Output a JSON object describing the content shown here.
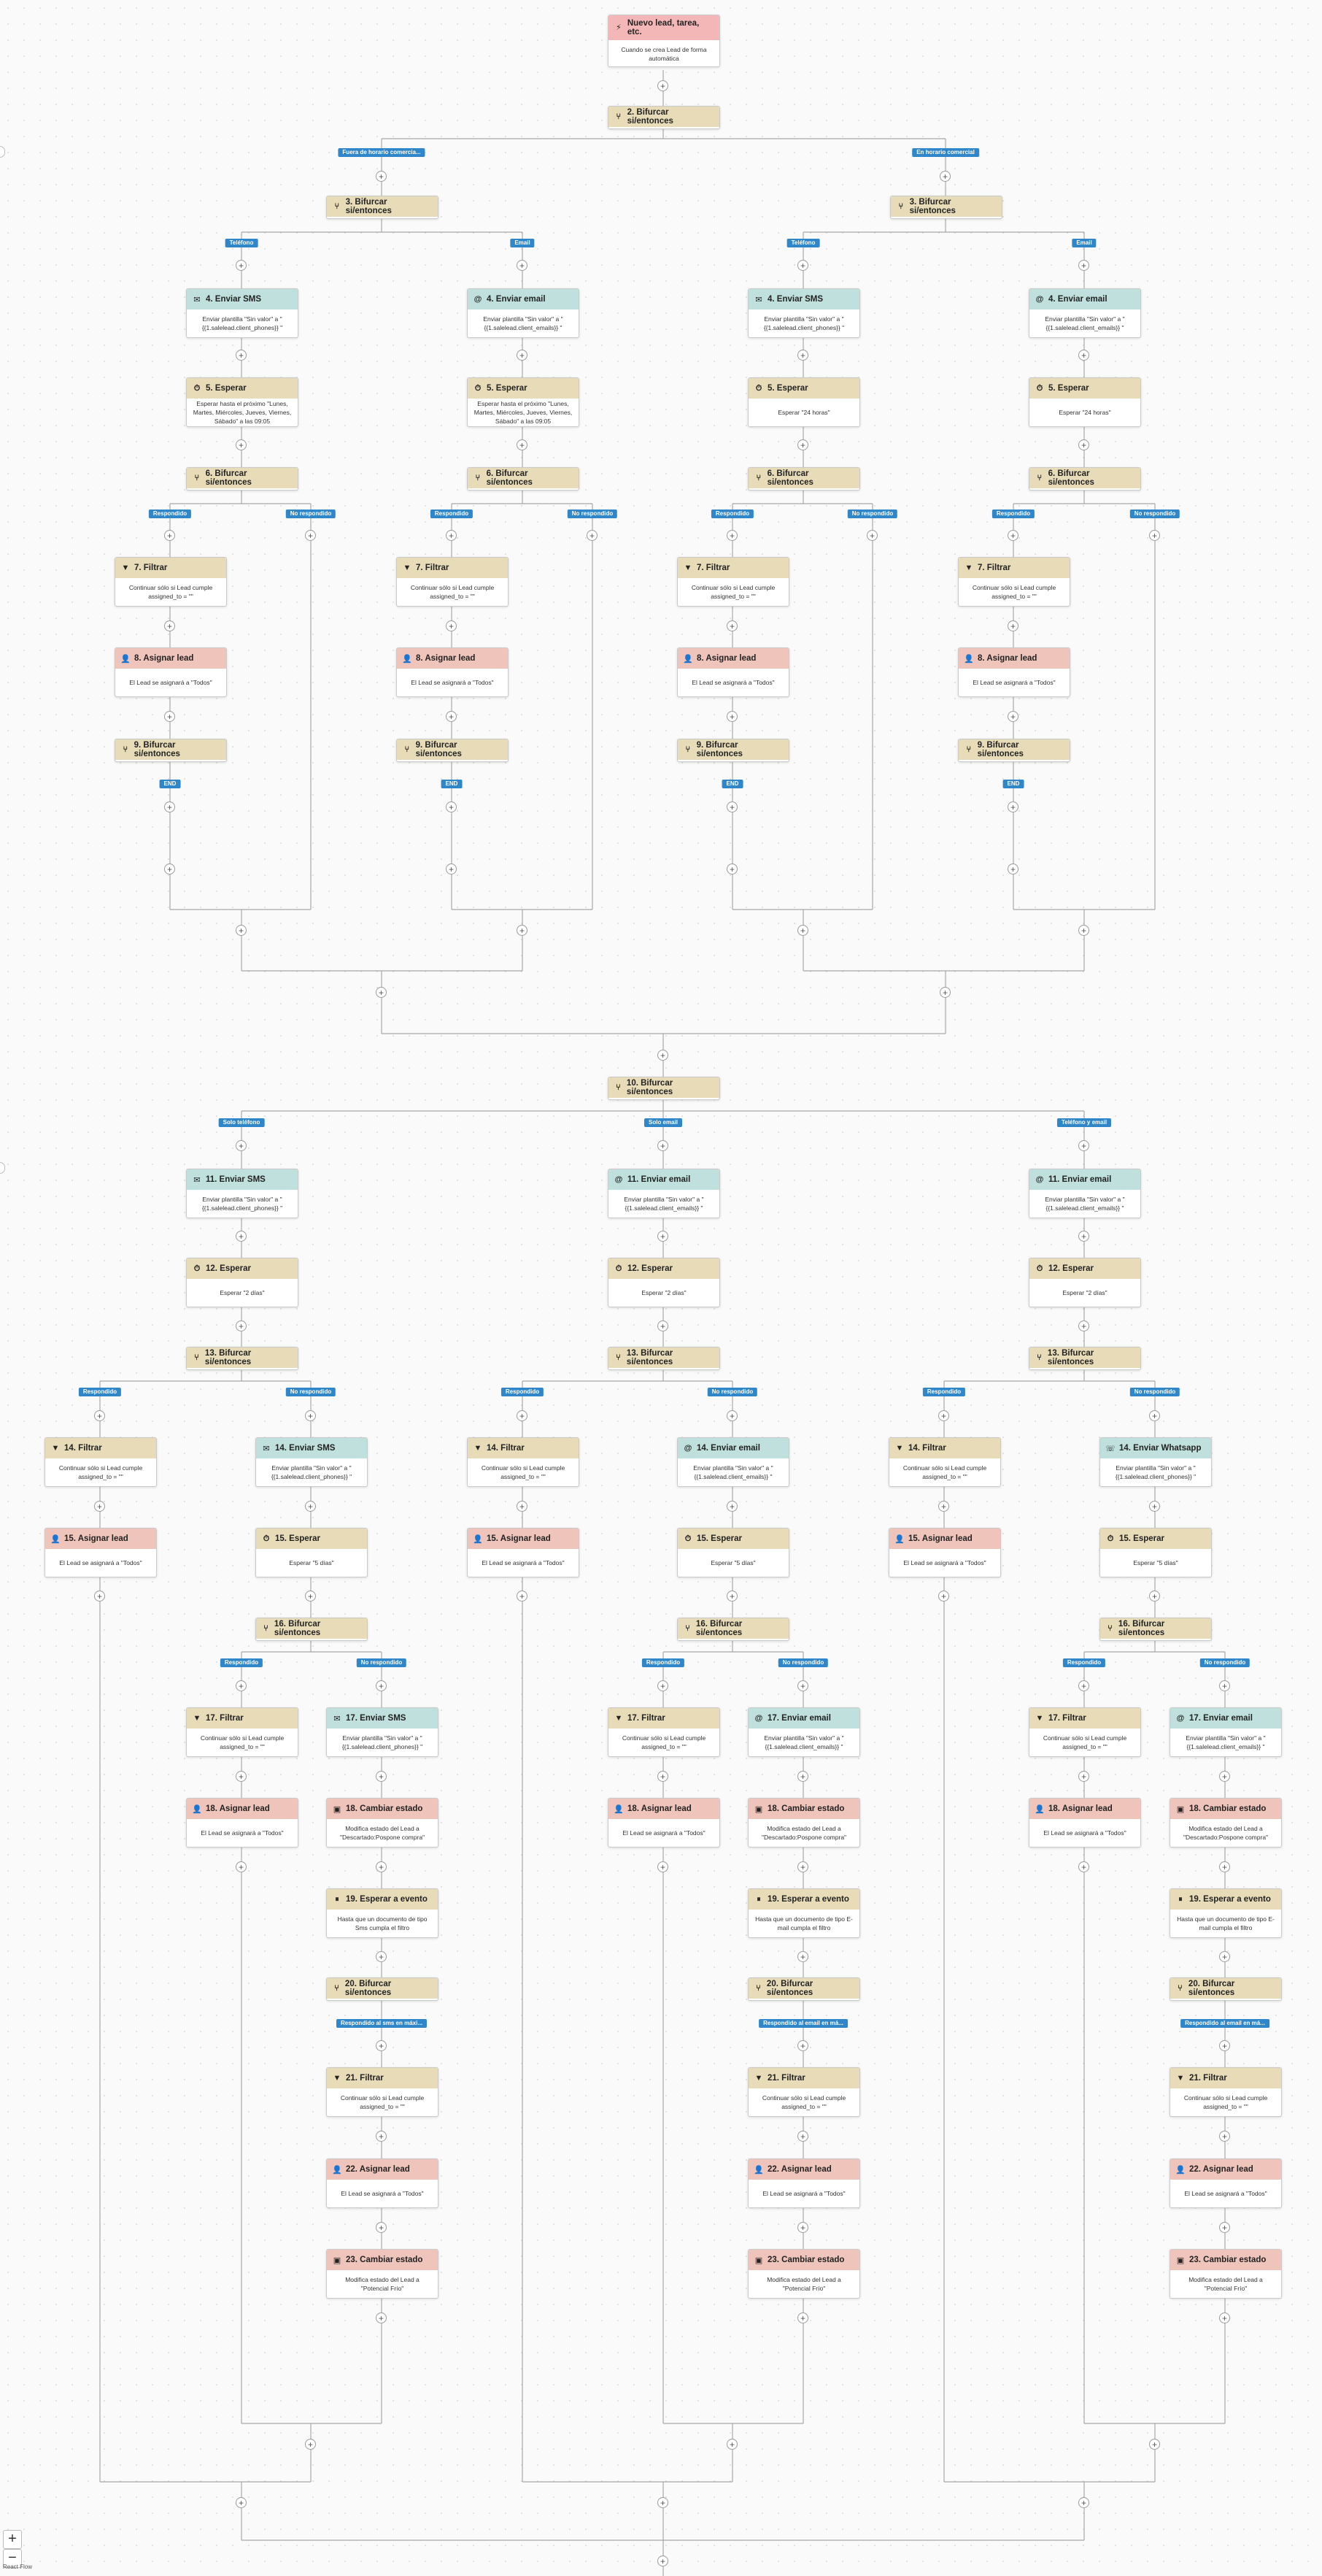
{
  "nodes": [
    {
      "id": "trigger",
      "type": "trigger",
      "title": "Nuevo lead, tarea, etc.",
      "text": "Cuando se crea Lead de forma automática",
      "icon": "trigger-icon"
    },
    {
      "id": "n2",
      "type": "branch",
      "title": "2. Bifurcar si/entonces"
    },
    {
      "id": "n3a",
      "type": "branch",
      "title": "3. Bifurcar si/entonces"
    },
    {
      "id": "n3b",
      "type": "branch",
      "title": "3. Bifurcar si/entonces"
    },
    {
      "id": "n4a",
      "type": "sms",
      "title": "4. Enviar SMS",
      "text": "Enviar plantilla \"Sin valor\" a \"{{1.salelead.client_phones}} \""
    },
    {
      "id": "n4b",
      "type": "email",
      "title": "4. Enviar email",
      "text": "Enviar plantilla \"Sin valor\" a \"{{1.salelead.client_emails}} \""
    },
    {
      "id": "n4c",
      "type": "sms",
      "title": "4. Enviar SMS",
      "text": "Enviar plantilla \"Sin valor\" a \"{{1.salelead.client_phones}} \""
    },
    {
      "id": "n4d",
      "type": "email",
      "title": "4. Enviar email",
      "text": "Enviar plantilla \"Sin valor\" a \"{{1.salelead.client_emails}} \""
    },
    {
      "id": "n5a",
      "type": "wait",
      "title": "5. Esperar",
      "text": "Esperar hasta el próximo \"Lunes, Martes, Miércoles, Jueves, Viernes, Sábado\" a las 09:05"
    },
    {
      "id": "n5b",
      "type": "wait",
      "title": "5. Esperar",
      "text": "Esperar hasta el próximo \"Lunes, Martes, Miércoles, Jueves, Viernes, Sábado\" a las 09:05"
    },
    {
      "id": "n5c",
      "type": "wait",
      "title": "5. Esperar",
      "text": "Esperar \"24 horas\""
    },
    {
      "id": "n5d",
      "type": "wait",
      "title": "5. Esperar",
      "text": "Esperar \"24 horas\""
    },
    {
      "id": "n6a",
      "type": "branch",
      "title": "6. Bifurcar si/entonces"
    },
    {
      "id": "n6b",
      "type": "branch",
      "title": "6. Bifurcar si/entonces"
    },
    {
      "id": "n6c",
      "type": "branch",
      "title": "6. Bifurcar si/entonces"
    },
    {
      "id": "n6d",
      "type": "branch",
      "title": "6. Bifurcar si/entonces"
    },
    {
      "id": "n7a",
      "type": "filter",
      "title": "7. Filtrar",
      "text": "Continuar sólo si Lead cumple assigned_to = \"\""
    },
    {
      "id": "n7b",
      "type": "filter",
      "title": "7. Filtrar",
      "text": "Continuar sólo si Lead cumple assigned_to = \"\""
    },
    {
      "id": "n7c",
      "type": "filter",
      "title": "7. Filtrar",
      "text": "Continuar sólo si Lead cumple assigned_to = \"\""
    },
    {
      "id": "n7d",
      "type": "filter",
      "title": "7. Filtrar",
      "text": "Continuar sólo si Lead cumple assigned_to = \"\""
    },
    {
      "id": "n8a",
      "type": "assign",
      "title": "8. Asignar lead",
      "text": "El Lead se asignará a \"Todos\""
    },
    {
      "id": "n8b",
      "type": "assign",
      "title": "8. Asignar lead",
      "text": "El Lead se asignará a \"Todos\""
    },
    {
      "id": "n8c",
      "type": "assign",
      "title": "8. Asignar lead",
      "text": "El Lead se asignará a \"Todos\""
    },
    {
      "id": "n8d",
      "type": "assign",
      "title": "8. Asignar lead",
      "text": "El Lead se asignará a \"Todos\""
    },
    {
      "id": "n9a",
      "type": "branch",
      "title": "9. Bifurcar si/entonces"
    },
    {
      "id": "n9b",
      "type": "branch",
      "title": "9. Bifurcar si/entonces"
    },
    {
      "id": "n9c",
      "type": "branch",
      "title": "9. Bifurcar si/entonces"
    },
    {
      "id": "n9d",
      "type": "branch",
      "title": "9. Bifurcar si/entonces"
    },
    {
      "id": "n10",
      "type": "branch",
      "title": "10. Bifurcar si/entonces"
    },
    {
      "id": "n11a",
      "type": "sms",
      "title": "11. Enviar SMS",
      "text": "Enviar plantilla \"Sin valor\" a \"{{1.salelead.client_phones}} \""
    },
    {
      "id": "n11b",
      "type": "email",
      "title": "11. Enviar email",
      "text": "Enviar plantilla \"Sin valor\" a \"{{1.salelead.client_emails}} \""
    },
    {
      "id": "n11c",
      "type": "email",
      "title": "11. Enviar email",
      "text": "Enviar plantilla \"Sin valor\" a \"{{1.salelead.client_emails}} \""
    },
    {
      "id": "n12a",
      "type": "wait",
      "title": "12. Esperar",
      "text": "Esperar \"2 días\""
    },
    {
      "id": "n12b",
      "type": "wait",
      "title": "12. Esperar",
      "text": "Esperar \"2 días\""
    },
    {
      "id": "n12c",
      "type": "wait",
      "title": "12. Esperar",
      "text": "Esperar \"2 días\""
    },
    {
      "id": "n13a",
      "type": "branch",
      "title": "13. Bifurcar si/entonces"
    },
    {
      "id": "n13b",
      "type": "branch",
      "title": "13. Bifurcar si/entonces"
    },
    {
      "id": "n13c",
      "type": "branch",
      "title": "13. Bifurcar si/entonces"
    },
    {
      "id": "n14a",
      "type": "filter",
      "title": "14. Filtrar",
      "text": "Continuar sólo si Lead cumple assigned_to = \"\""
    },
    {
      "id": "n14b",
      "type": "sms",
      "title": "14. Enviar SMS",
      "text": "Enviar plantilla \"Sin valor\" a \"{{1.salelead.client_phones}} \""
    },
    {
      "id": "n14c",
      "type": "filter",
      "title": "14. Filtrar",
      "text": "Continuar sólo si Lead cumple assigned_to = \"\""
    },
    {
      "id": "n14d",
      "type": "email",
      "title": "14. Enviar email",
      "text": "Enviar plantilla \"Sin valor\" a \"{{1.salelead.client_emails}} \""
    },
    {
      "id": "n14e",
      "type": "filter",
      "title": "14. Filtrar",
      "text": "Continuar sólo si Lead cumple assigned_to = \"\""
    },
    {
      "id": "n14f",
      "type": "whatsapp",
      "title": "14. Enviar Whatsapp",
      "text": "Enviar plantilla \"Sin valor\" a \"{{1.salelead.client_phones}} \""
    },
    {
      "id": "n15a",
      "type": "assign",
      "title": "15. Asignar lead",
      "text": "El Lead se asignará a \"Todos\""
    },
    {
      "id": "n15b",
      "type": "wait",
      "title": "15. Esperar",
      "text": "Esperar \"5 días\""
    },
    {
      "id": "n15c",
      "type": "assign",
      "title": "15. Asignar lead",
      "text": "El Lead se asignará a \"Todos\""
    },
    {
      "id": "n15d",
      "type": "wait",
      "title": "15. Esperar",
      "text": "Esperar \"5 días\""
    },
    {
      "id": "n15e",
      "type": "assign",
      "title": "15. Asignar lead",
      "text": "El Lead se asignará a \"Todos\""
    },
    {
      "id": "n15f",
      "type": "wait",
      "title": "15. Esperar",
      "text": "Esperar \"5 días\""
    },
    {
      "id": "n16a",
      "type": "branch",
      "title": "16. Bifurcar si/entonces"
    },
    {
      "id": "n16b",
      "type": "branch",
      "title": "16. Bifurcar si/entonces"
    },
    {
      "id": "n16c",
      "type": "branch",
      "title": "16. Bifurcar si/entonces"
    },
    {
      "id": "n17a",
      "type": "filter",
      "title": "17. Filtrar",
      "text": "Continuar sólo si Lead cumple assigned_to = \"\""
    },
    {
      "id": "n17b",
      "type": "sms",
      "title": "17. Enviar SMS",
      "text": "Enviar plantilla \"Sin valor\" a \"{{1.salelead.client_phones}} \""
    },
    {
      "id": "n17c",
      "type": "filter",
      "title": "17. Filtrar",
      "text": "Continuar sólo si Lead cumple assigned_to = \"\""
    },
    {
      "id": "n17d",
      "type": "email",
      "title": "17. Enviar email",
      "text": "Enviar plantilla \"Sin valor\" a \"{{1.salelead.client_emails}} \""
    },
    {
      "id": "n17e",
      "type": "filter",
      "title": "17. Filtrar",
      "text": "Continuar sólo si Lead cumple assigned_to = \"\""
    },
    {
      "id": "n17f",
      "type": "email",
      "title": "17. Enviar email",
      "text": "Enviar plantilla \"Sin valor\" a \"{{1.salelead.client_emails}} \""
    },
    {
      "id": "n18a",
      "type": "assign",
      "title": "18. Asignar lead",
      "text": "El Lead se asignará a \"Todos\""
    },
    {
      "id": "n18b",
      "type": "status",
      "title": "18. Cambiar estado",
      "text": "Modifica estado del Lead a \"Descartado:Pospone compra\""
    },
    {
      "id": "n18c",
      "type": "assign",
      "title": "18. Asignar lead",
      "text": "El Lead se asignará a \"Todos\""
    },
    {
      "id": "n18d",
      "type": "status",
      "title": "18. Cambiar estado",
      "text": "Modifica estado del Lead a \"Descartado:Pospone compra\""
    },
    {
      "id": "n18e",
      "type": "assign",
      "title": "18. Asignar lead",
      "text": "El Lead se asignará a \"Todos\""
    },
    {
      "id": "n18f",
      "type": "status",
      "title": "18. Cambiar estado",
      "text": "Modifica estado del Lead a \"Descartado:Pospone compra\""
    },
    {
      "id": "n19a",
      "type": "waitev",
      "title": "19. Esperar a evento",
      "text": "Hasta que un documento de tipo Sms cumpla el filtro"
    },
    {
      "id": "n19b",
      "type": "waitev",
      "title": "19. Esperar a evento",
      "text": "Hasta que un documento de tipo E-mail cumpla el filtro"
    },
    {
      "id": "n19c",
      "type": "waitev",
      "title": "19. Esperar a evento",
      "text": "Hasta que un documento de tipo E-mail cumpla el filtro"
    },
    {
      "id": "n20a",
      "type": "branch",
      "title": "20. Bifurcar si/entonces"
    },
    {
      "id": "n20b",
      "type": "branch",
      "title": "20. Bifurcar si/entonces"
    },
    {
      "id": "n20c",
      "type": "branch",
      "title": "20. Bifurcar si/entonces"
    },
    {
      "id": "n21a",
      "type": "filter",
      "title": "21. Filtrar",
      "text": "Continuar sólo si Lead cumple assigned_to = \"\""
    },
    {
      "id": "n21b",
      "type": "filter",
      "title": "21. Filtrar",
      "text": "Continuar sólo si Lead cumple assigned_to = \"\""
    },
    {
      "id": "n21c",
      "type": "filter",
      "title": "21. Filtrar",
      "text": "Continuar sólo si Lead cumple assigned_to = \"\""
    },
    {
      "id": "n22a",
      "type": "assign",
      "title": "22. Asignar lead",
      "text": "El Lead se asignará a \"Todos\""
    },
    {
      "id": "n22b",
      "type": "assign",
      "title": "22. Asignar lead",
      "text": "El Lead se asignará a \"Todos\""
    },
    {
      "id": "n22c",
      "type": "assign",
      "title": "22. Asignar lead",
      "text": "El Lead se asignará a \"Todos\""
    },
    {
      "id": "n23a",
      "type": "status",
      "title": "23. Cambiar estado",
      "text": "Modifica estado del Lead a \"Potencial Frío\""
    },
    {
      "id": "n23b",
      "type": "status",
      "title": "23. Cambiar estado",
      "text": "Modifica estado del Lead a \"Potencial Frío\""
    },
    {
      "id": "n23c",
      "type": "status",
      "title": "23. Cambiar estado",
      "text": "Modifica estado del Lead a \"Potencial Frío\""
    }
  ],
  "labels": [
    {
      "id": "l1",
      "text": "Fuera de horario comercia..."
    },
    {
      "id": "l2",
      "text": "En horario comercial"
    },
    {
      "id": "l3",
      "text": "Teléfono"
    },
    {
      "id": "l4",
      "text": "Email"
    },
    {
      "id": "l5",
      "text": "Teléfono"
    },
    {
      "id": "l6",
      "text": "Email"
    },
    {
      "id": "l7",
      "text": "Respondido"
    },
    {
      "id": "l8",
      "text": "No respondido"
    },
    {
      "id": "l9",
      "text": "Respondido"
    },
    {
      "id": "l10",
      "text": "No respondido"
    },
    {
      "id": "l11",
      "text": "Respondido"
    },
    {
      "id": "l12",
      "text": "No respondido"
    },
    {
      "id": "l13",
      "text": "Respondido"
    },
    {
      "id": "l14",
      "text": "No respondido"
    },
    {
      "id": "l15",
      "text": "END"
    },
    {
      "id": "l16",
      "text": "END"
    },
    {
      "id": "l17",
      "text": "END"
    },
    {
      "id": "l18",
      "text": "END"
    },
    {
      "id": "l19",
      "text": "Solo teléfono"
    },
    {
      "id": "l20",
      "text": "Solo email"
    },
    {
      "id": "l21",
      "text": "Teléfono y email"
    },
    {
      "id": "l22",
      "text": "Respondido"
    },
    {
      "id": "l23",
      "text": "No respondido"
    },
    {
      "id": "l24",
      "text": "Respondido"
    },
    {
      "id": "l25",
      "text": "No respondido"
    },
    {
      "id": "l26",
      "text": "Respondido"
    },
    {
      "id": "l27",
      "text": "No respondido"
    },
    {
      "id": "l28",
      "text": "Respondido"
    },
    {
      "id": "l29",
      "text": "No respondido"
    },
    {
      "id": "l30",
      "text": "Respondido"
    },
    {
      "id": "l31",
      "text": "No respondido"
    },
    {
      "id": "l32",
      "text": "Respondido"
    },
    {
      "id": "l33",
      "text": "No respondido"
    },
    {
      "id": "l34",
      "text": "Respondido al sms en máxi..."
    },
    {
      "id": "l35",
      "text": "Respondido al email en má..."
    },
    {
      "id": "l36",
      "text": "Respondido al email en má..."
    }
  ],
  "controls": {
    "zoom_in": "+",
    "zoom_out": "−",
    "add": "+",
    "footer": "React Flow"
  },
  "colors": {
    "label_bg": "#2f86c9",
    "action_header": "#bfe0dc",
    "branch_header": "#e8dcb8",
    "assign_header": "#efc4bb",
    "trigger_header": "#f3b7b7"
  }
}
